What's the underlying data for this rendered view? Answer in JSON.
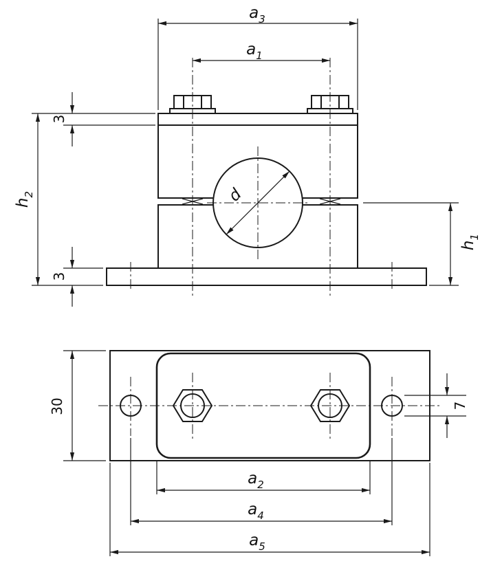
{
  "drawing": {
    "colors": {
      "line": "#1a1a1a",
      "background": "#ffffff"
    },
    "labels": {
      "a1": {
        "base": "a",
        "sub": "1"
      },
      "a2": {
        "base": "a",
        "sub": "2"
      },
      "a3": {
        "base": "a",
        "sub": "3"
      },
      "a4": {
        "base": "a",
        "sub": "4"
      },
      "a5": {
        "base": "a",
        "sub": "5"
      },
      "h1": {
        "base": "h",
        "sub": "1"
      },
      "h2": {
        "base": "h",
        "sub": "2"
      },
      "d": "d",
      "top_plate_thickness": "3",
      "base_plate_thickness": "3",
      "base_plate_width": "30",
      "mounting_hole_diameter": "7"
    }
  }
}
